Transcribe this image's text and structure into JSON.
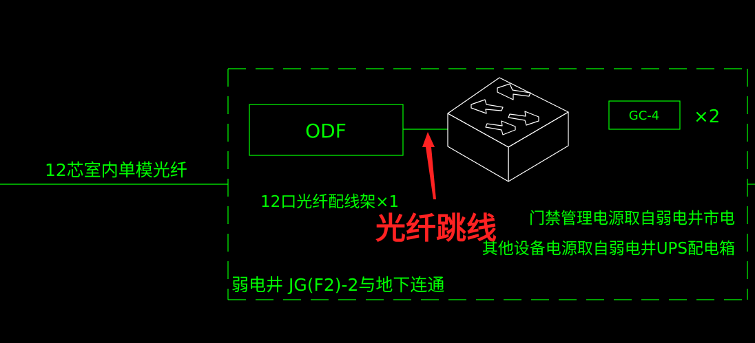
{
  "colors": {
    "background": "#000000",
    "linework": "#00ff00",
    "annotation": "#ff2222",
    "switch_outline": "#ffffff"
  },
  "labels": {
    "fiber_cable": "12芯室内单模光纤",
    "odf": "ODF",
    "odf_caption": "12口光纤配线架×1",
    "gc_box": "GC-4",
    "gc_multiplier": "×2",
    "note_line1": "门禁管理电源取自弱电井市电",
    "note_line2": "其他设备电源取自弱电井UPS配电箱",
    "room_label": "弱电井 JG(F2)-2与地下连通"
  },
  "annotation": {
    "text": "光纤跳线"
  },
  "icons": {
    "switch": "network-switch-icon",
    "arrow": "red-arrow-icon"
  }
}
